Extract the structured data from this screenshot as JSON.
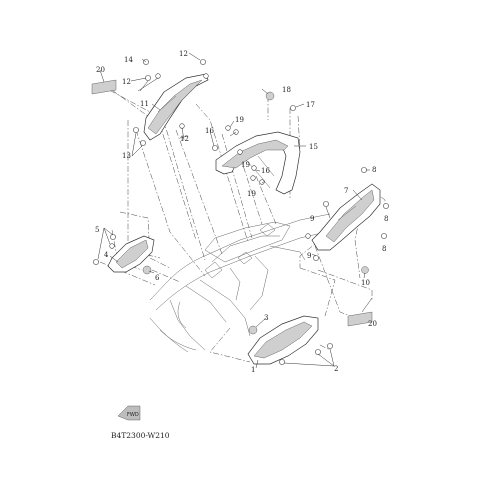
{
  "diagram": {
    "code": "B4T2300-W210",
    "fwd_badge": "FWD",
    "callouts": {
      "c1": "1",
      "c2": "2",
      "c3": "3",
      "c4": "4",
      "c5": "5",
      "c6": "6",
      "c7": "7",
      "c8a": "8",
      "c8b": "8",
      "c8c": "8",
      "c9a": "9",
      "c9b": "9",
      "c10": "10",
      "c11": "11",
      "c12a": "12",
      "c12b": "12",
      "c12c": "12",
      "c13": "13",
      "c14": "14",
      "c15": "15",
      "c16a": "16",
      "c16b": "16",
      "c17": "17",
      "c18": "18",
      "c19a": "19",
      "c19b": "19",
      "c19c": "19",
      "c20a": "20",
      "c20b": "20"
    }
  }
}
